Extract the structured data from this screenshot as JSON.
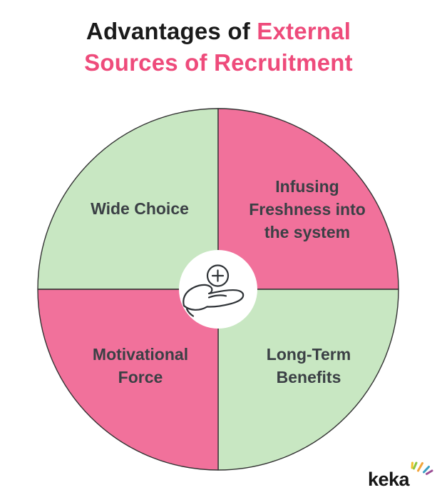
{
  "title": {
    "prefix": "Advantages of",
    "highlight": "External",
    "line2": "Sources of Recruitment"
  },
  "quadrants": {
    "top_left": {
      "lines": [
        "Wide Choice"
      ],
      "fill": "#c8e7c2"
    },
    "top_right": {
      "lines": [
        "Infusing",
        "Freshness into",
        "the system"
      ],
      "fill": "#f1719b"
    },
    "bottom_left": {
      "lines": [
        "Motivational",
        "Force"
      ],
      "fill": "#f1719b"
    },
    "bottom_right": {
      "lines": [
        "Long-Term",
        "Benefits"
      ],
      "fill": "#c8e7c2"
    }
  },
  "center_icon": {
    "name": "hand-plus-icon"
  },
  "logo": {
    "text": "keka",
    "spark_colors": [
      "#f0c32e",
      "#8cc63f",
      "#f2a53c",
      "#3a9ec2",
      "#9c4f96"
    ]
  },
  "colors": {
    "title_text": "#1a1a1a",
    "title_accent": "#ee4b7b",
    "quadrant_text": "#3b4045",
    "outline": "#333333",
    "pink": "#f1719b",
    "green": "#c8e7c2",
    "center_circle": "#ffffff"
  }
}
